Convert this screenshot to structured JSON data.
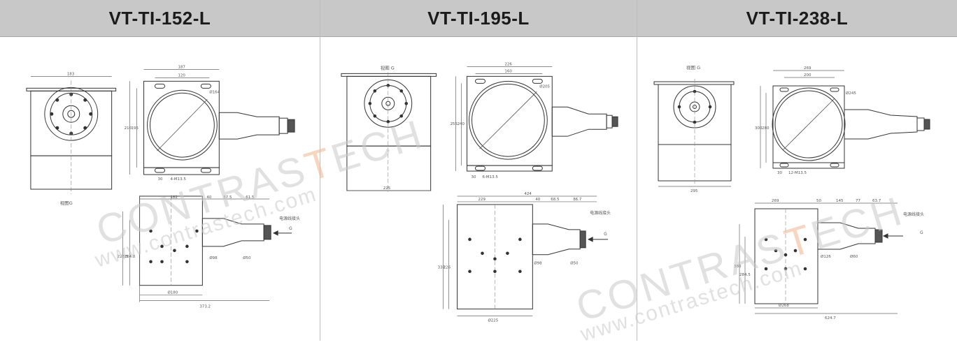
{
  "models": [
    {
      "title": "VT-TI-152-L",
      "dims": {
        "w_left": "183",
        "w_top": "187",
        "w_inner": "120",
        "dia": "Ø164",
        "h_outer": "210",
        "h_inner": "195",
        "b1": "30",
        "b2": "4-M13.5",
        "w_side": "",
        "view_label": "视图G",
        "bot_top": "182",
        "bot_a": "40",
        "bot_b": "57.5",
        "bot_c": "61.5",
        "bot_h1": "223.5",
        "bot_h2": "164.8",
        "bot_base": "Ø180",
        "bot_total": "373.2",
        "bot_d1": "Ø98",
        "bot_d2": "Ø50",
        "power": "电源线接头",
        "g": "G"
      }
    },
    {
      "title": "VT-TI-195-L",
      "dims": {
        "w_left": "",
        "w_top": "226",
        "w_inner": "160",
        "dia": "Ø205",
        "h_outer": "255",
        "h_inner": "240",
        "b1": "30",
        "b2": "6-M13.5",
        "w_side": "225",
        "view_label": "视图 G",
        "bot_top": "424",
        "bot_a": "229",
        "bot_b": "40",
        "bot_c": "68.5",
        "bot_d": "86.7",
        "bot_h1": "330",
        "bot_h2": "226",
        "bot_base": "Ø225",
        "bot_d1": "Ø98",
        "bot_d2": "Ø50",
        "power": "电源线接头",
        "g": "G"
      }
    },
    {
      "title": "VT-TI-238-L",
      "dims": {
        "w_left": "",
        "w_top": "269",
        "w_inner": "200",
        "dia": "Ø245",
        "h_outer": "300",
        "h_inner": "280",
        "b1": "30",
        "b2": "12-M13.5",
        "w_side": "295",
        "view_label": "视图 G",
        "bot_top": "269",
        "bot_a": "50",
        "bot_b": "145",
        "bot_c": "77",
        "bot_d": "63.7",
        "bot_h1": "380",
        "bot_h2": "284.5",
        "bot_base": "Ø268",
        "bot_total": "624.7",
        "bot_d1": "Ø126",
        "bot_d2": "Ø60",
        "power": "电源线接头",
        "g": "G"
      }
    }
  ],
  "watermark": {
    "brand_pre": "CONTRAS",
    "brand_t": "T",
    "brand_post": "ECH",
    "url": "www.contrastech.com"
  }
}
